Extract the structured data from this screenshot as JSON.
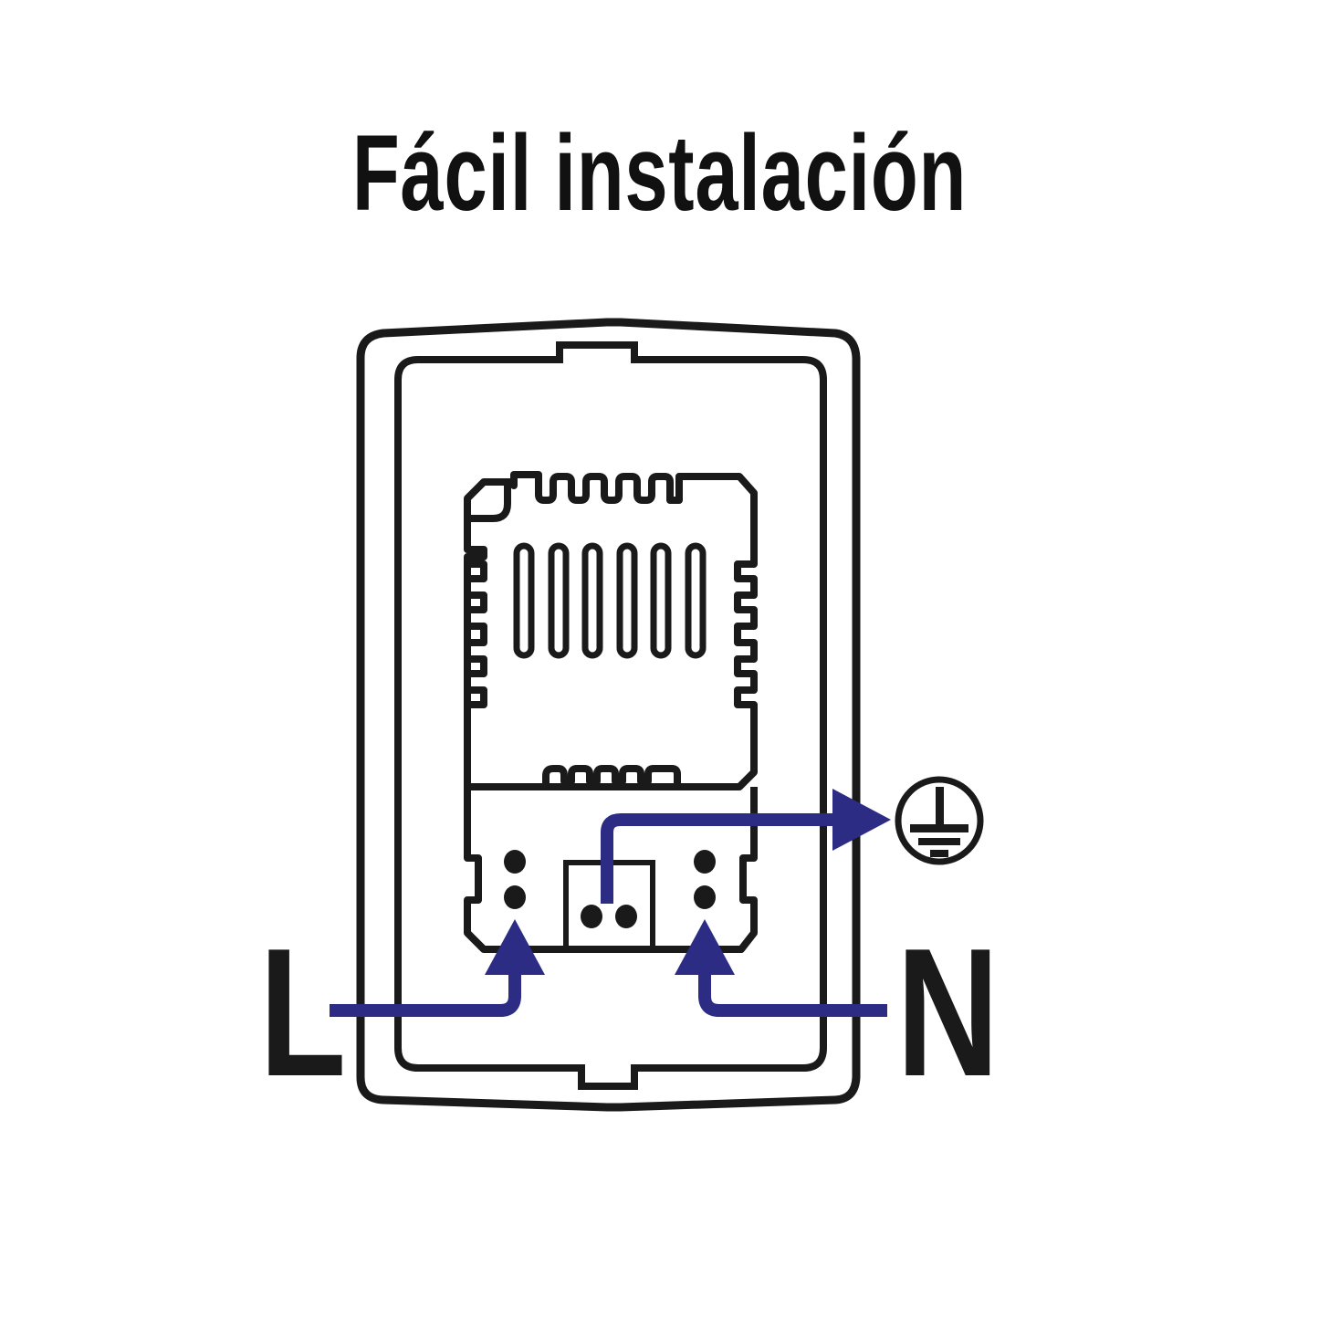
{
  "title": "Fácil instalación",
  "labels": {
    "line": "L",
    "neutral": "N"
  },
  "icons": {
    "ground": "ground-symbol-icon",
    "switch": "wall-switch-back-icon",
    "module": "electronic-module-icon"
  },
  "colors": {
    "outline": "#1a1a1a",
    "wire": "#2c2c85",
    "background": "#ffffff"
  },
  "connections": [
    {
      "from": "L",
      "to": "left-terminal",
      "color": "#2c2c85"
    },
    {
      "from": "N",
      "to": "right-terminal",
      "color": "#2c2c85"
    },
    {
      "from": "center-terminal",
      "to": "ground",
      "color": "#2c2c85"
    }
  ]
}
